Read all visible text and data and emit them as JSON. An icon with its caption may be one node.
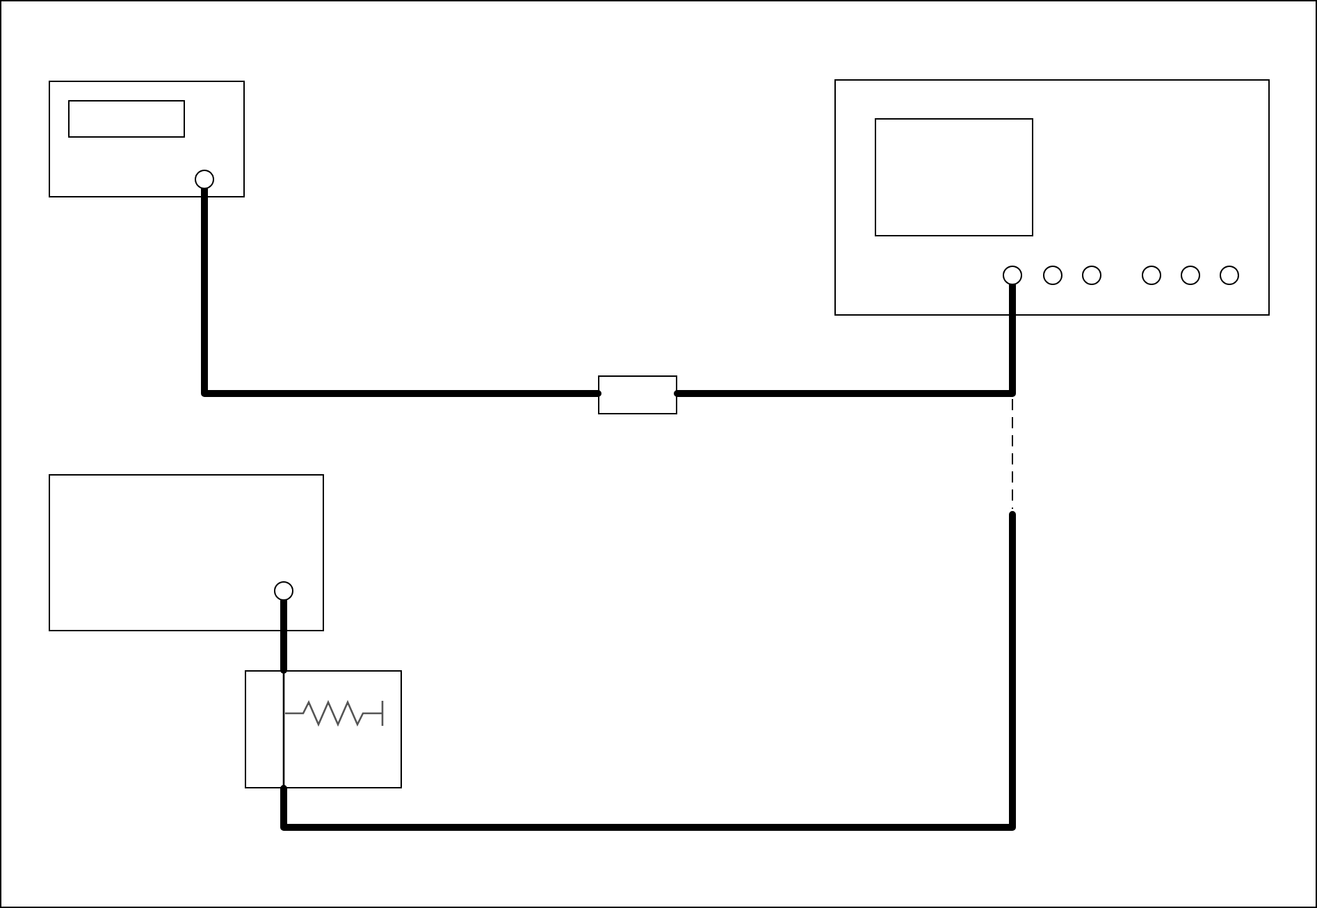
{
  "diagram": {
    "nodes": [
      {
        "text": [],
        "shape": "box"
      },
      {
        "text": [],
        "shape": "box",
        "in": 0
      },
      {
        "text": [],
        "shape": "circle",
        "in": 0
      },
      {
        "text": [],
        "shape": "box"
      },
      {
        "text": [],
        "shape": "box",
        "in": 3
      },
      {
        "text": [],
        "shape": "circle",
        "in": 3
      },
      {
        "text": [],
        "shape": "circle",
        "in": 3
      },
      {
        "text": [],
        "shape": "circle",
        "in": 3
      },
      {
        "text": [],
        "shape": "circle",
        "in": 3
      },
      {
        "text": [],
        "shape": "circle",
        "in": 3
      },
      {
        "text": [],
        "shape": "circle",
        "in": 3
      },
      {
        "text": [],
        "shape": "box"
      },
      {
        "text": [],
        "shape": "box"
      },
      {
        "text": [],
        "shape": "circle",
        "in": 12
      },
      {
        "text": [],
        "shape": "box"
      }
    ],
    "edges": [
      {
        "from": 2,
        "to": 11,
        "arrow": "none"
      },
      {
        "from": 11,
        "to": 5,
        "arrow": "none"
      },
      {
        "from": 13,
        "to": 14,
        "arrow": "none"
      },
      {
        "from": 14,
        "to": null,
        "arrow": "none"
      }
    ]
  }
}
